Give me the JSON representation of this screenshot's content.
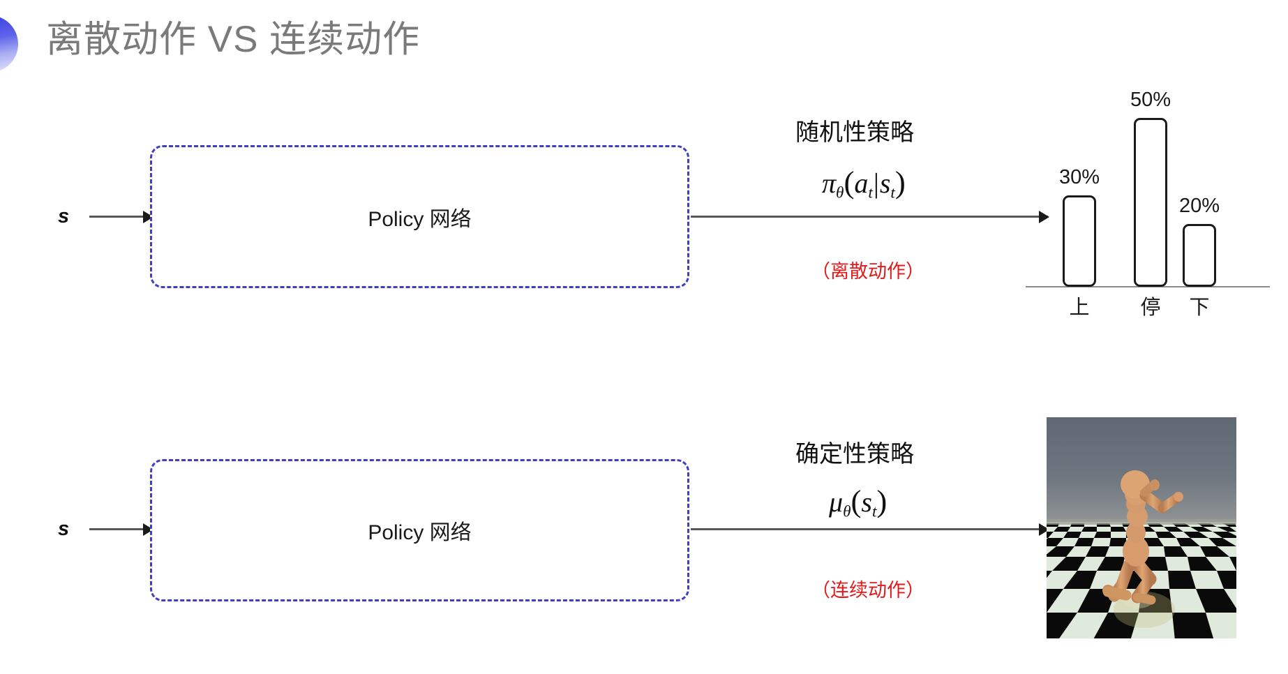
{
  "slide": {
    "title": "离散动作 VS 连续动作",
    "bullet_icon": "half-circle-gradient",
    "accent_color": "#3b3fe0",
    "title_color": "#7a7a7a",
    "background": "#ffffff"
  },
  "rows": [
    {
      "id": "discrete",
      "input_label": "s",
      "box_label": "Policy 网络",
      "box_border_color": "#3f3fc4",
      "policy_kind": "随机性策略",
      "formula_plain": "π_θ(a_t|s_t)",
      "formula_parts": {
        "fn": "π",
        "fn_sub": "θ",
        "open": "(",
        "arg1": "a",
        "arg1_sub": "t",
        "bar": "|",
        "arg2": "s",
        "arg2_sub": "t",
        "close": ")"
      },
      "action_note": "（离散动作）",
      "action_note_color": "#e01b1b",
      "output_kind": "bar-chart"
    },
    {
      "id": "continuous",
      "input_label": "s",
      "box_label": "Policy 网络",
      "box_border_color": "#3f3fc4",
      "policy_kind": "确定性策略",
      "formula_plain": "μ_θ(s_t)",
      "formula_parts": {
        "fn": "μ",
        "fn_sub": "θ",
        "open": "(",
        "arg1": "s",
        "arg1_sub": "t",
        "bar": "",
        "arg2": "",
        "arg2_sub": "",
        "close": ")"
      },
      "action_note": "（连续动作）",
      "action_note_color": "#e01b1b",
      "output_kind": "humanoid-simulation-image"
    }
  ],
  "chart_data": {
    "type": "bar",
    "title": "",
    "categories": [
      "上",
      "停",
      "下"
    ],
    "values": [
      30,
      50,
      20
    ],
    "value_labels": [
      "30%",
      "50%",
      "20%"
    ],
    "xlabel": "",
    "ylabel": "",
    "ylim": [
      0,
      60
    ],
    "grid": false,
    "legend": "none",
    "bar_fill": "#ffffff",
    "bar_stroke": "#1a1a1a",
    "axis_color": "#8b8b8b"
  },
  "simulation_image": {
    "alt": "MuJoCo humanoid walking on checkerboard floor",
    "sky_color_top": "#646d79",
    "sky_color_bottom": "#8d9298",
    "body_color": "#d79b6c",
    "floor_light": "#dfe9dc",
    "floor_dark": "#0b0b0b"
  }
}
